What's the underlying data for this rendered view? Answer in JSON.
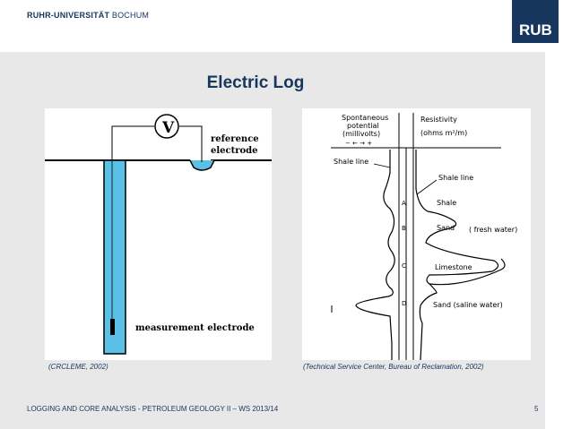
{
  "header": {
    "university_bold": "RUHR-UNIVERSITÄT",
    "university_rest": " BOCHUM",
    "logo_text": "RUB"
  },
  "slide": {
    "title": "Electric Log",
    "page_number": "5"
  },
  "figure_left": {
    "voltmeter_label": "V",
    "reference_label_1": "reference",
    "reference_label_2": "electrode",
    "measurement_label": "measurement electrode",
    "caption": "(CRCLEME, 2002)"
  },
  "figure_right": {
    "sp_header_1": "Spontaneous",
    "sp_header_2": "potential",
    "sp_header_3": "(millivolts)",
    "sp_scale": "− ← → +",
    "res_header_1": "Resistivity",
    "res_header_2": "(ohms m²/m)",
    "shale_line_left": "Shale line",
    "shale_line_right": "Shale line",
    "layer_a": "A",
    "layer_b": "B",
    "layer_c": "C",
    "layer_d": "D",
    "shale": "Shale",
    "sand_fresh": "Sand",
    "fresh_water": "( fresh water)",
    "limestone": "Limestone",
    "sand_saline": "Sand  (saline  water)",
    "caption": "(Technical Service Center, Bureau of Reclamation, 2002)"
  },
  "footer": {
    "text": "LOGGING AND CORE ANALYSIS - PETROLEUM GEOLOGY II – WS 2013/14"
  },
  "colors": {
    "brand": "#17365d",
    "borehole_fluid": "#5bc0e6",
    "background": "#e8e8e8"
  }
}
